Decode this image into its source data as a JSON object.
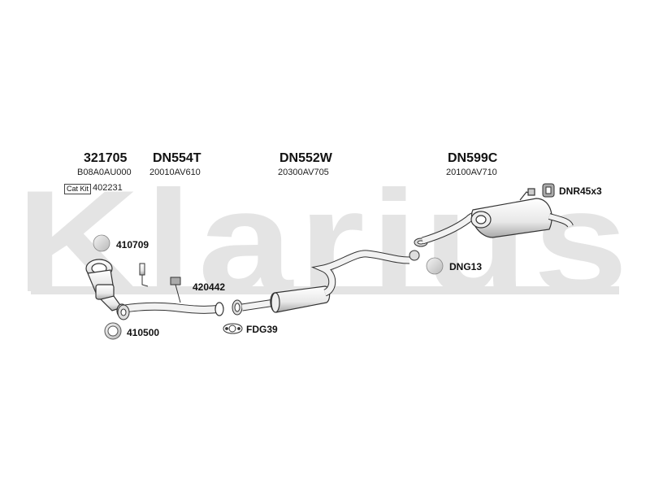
{
  "watermark": "Klarius",
  "parts": {
    "p1": {
      "number": "321705",
      "oe": "B08A0AU000"
    },
    "p2": {
      "number": "DN554T",
      "oe": "20010AV610"
    },
    "p3": {
      "number": "DN552W",
      "oe": "20300AV705"
    },
    "p4": {
      "number": "DN599C",
      "oe": "20100AV710"
    }
  },
  "cat_kit": {
    "label": "Cat Kit",
    "value": "402231"
  },
  "callouts": {
    "dnr": "DNR45x3",
    "c410709": "410709",
    "c420442": "420442",
    "dng13": "DNG13",
    "c410500": "410500",
    "fdg39": "FDG39"
  },
  "colors": {
    "watermark": "#e6e6e6",
    "line": "#333333",
    "fill": "#ffffff",
    "shade": "#bdbdbd"
  }
}
